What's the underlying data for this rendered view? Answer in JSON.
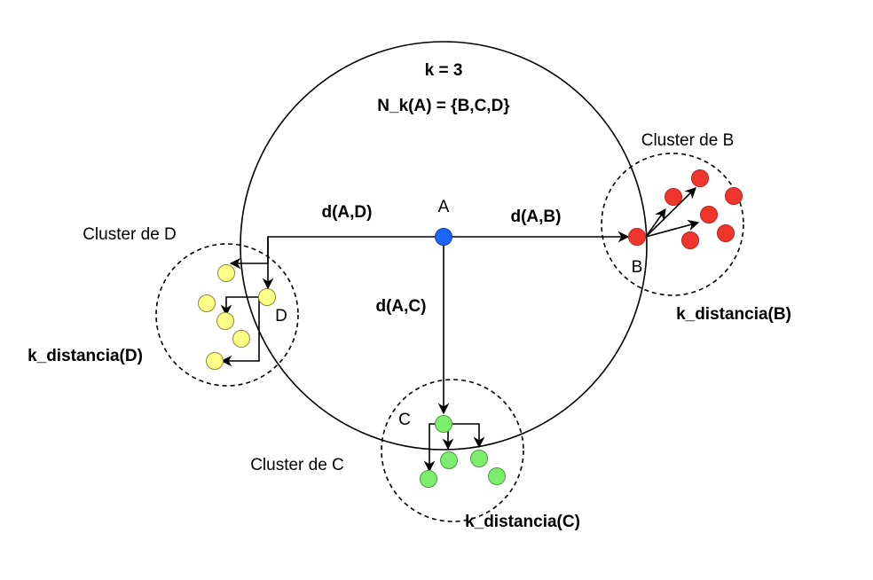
{
  "header": {
    "k_label": "k = 3",
    "neighborhood_label": "N_k(A) = {B,C,D}"
  },
  "points": {
    "a": "A",
    "b": "B",
    "c": "C",
    "d": "D"
  },
  "distances": {
    "ab": "d(A,B)",
    "ac": "d(A,C)",
    "ad": "d(A,D)"
  },
  "clusters": {
    "b": {
      "title": "Cluster de B",
      "k_distance": "k_distancia(B)"
    },
    "c": {
      "title": "Cluster de C",
      "k_distance": "k_distancia(C)"
    },
    "d": {
      "title": "Cluster de D",
      "k_distance": "k_distancia(D)"
    }
  },
  "colors": {
    "point_a": "#1a66ff",
    "cluster_b": "#f0362c",
    "cluster_c": "#7ded6e",
    "cluster_d": "#ffff88",
    "stroke": "#000000"
  }
}
